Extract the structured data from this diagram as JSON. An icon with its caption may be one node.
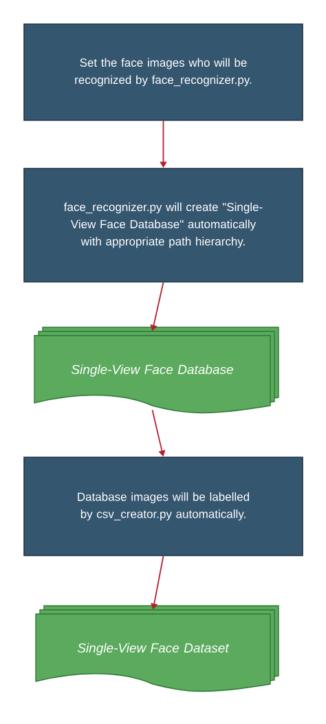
{
  "diagram": {
    "nodes": [
      {
        "text": [
          "Set the face images who will be recognized by face_recognizer.py."
        ]
      },
      {
        "text": [
          "face_recognizer.py will create \"Single-View Face Database\" automatically with appropriate path hierarchy."
        ]
      },
      {
        "text": [
          "Single-View Face Database"
        ]
      },
      {
        "text": [
          "Database images will be labelled by csv_creator.py automatically."
        ]
      },
      {
        "text": [
          "Single-View Face Dataset"
        ]
      }
    ],
    "edges": [
      {
        "from": 0,
        "to": 1,
        "arrow": "to"
      },
      {
        "from": 1,
        "to": 2,
        "arrow": "to"
      },
      {
        "from": 2,
        "to": 3,
        "arrow": "to"
      },
      {
        "from": 3,
        "to": 4,
        "arrow": "to"
      }
    ]
  }
}
